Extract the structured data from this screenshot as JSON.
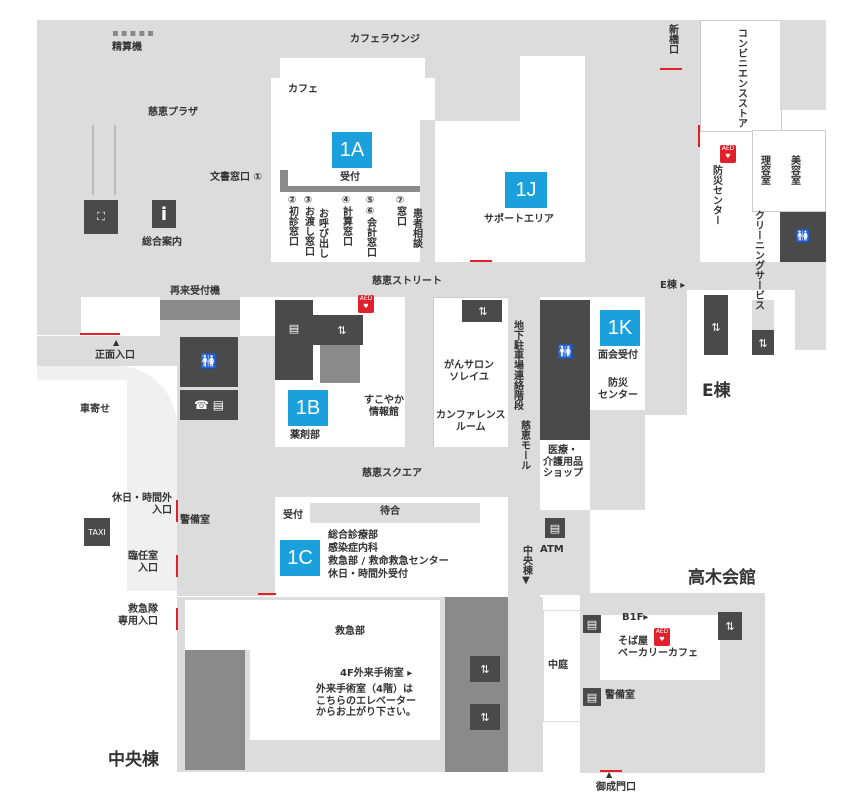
{
  "colors": {
    "accent": "#1aa0dc",
    "aed": "#e0202a",
    "wall": "#dcdcdc",
    "dark": "#4a4a4a"
  },
  "labels": {
    "cafe_lounge": "カフェラウンジ",
    "seisanki": "精算機",
    "jikei_plaza": "慈恵プラザ",
    "cafe": "カフェ",
    "uketsuke": "受付",
    "bunsho": "文書窓口 ①",
    "sougou_annai": "総合案内",
    "w2": "②初診窓口",
    "w3": "③お渡し窓口",
    "w3b": "お呼び出し",
    "w4": "④計算窓口",
    "w56": "⑤⑥会計窓口",
    "w7": "⑦窓口",
    "w8": "患者相談",
    "support_area": "サポートエリア",
    "jikei_street": "慈恵ストリート",
    "saiyrai": "再来受付機",
    "shoumen": "正面入口",
    "kurumayose": "車寄せ",
    "yakuzaibu": "薬剤部",
    "sukoyaka": "すこやか情報館",
    "gan_salon": "がんサロン\nソレイユ",
    "conference": "カンファレンス\nルーム",
    "chika": "地下駐車場連絡階段",
    "jikei_mall": "慈恵モール",
    "menkai": "面会受付",
    "bousai_center": "防災\nセンター",
    "iryou": "医療・\n介護用品\nショップ",
    "atm": "ATM",
    "jikei_square": "慈恵スクエア",
    "uketsuke2": "受付",
    "machiai": "待合",
    "c1_list": [
      "総合診療部",
      "感染症内科",
      "救急部 / 救命救急センター",
      "休日・時間外受付"
    ],
    "kyujitsu": "休日・時間外\n入口",
    "keibishitsu": "警備室",
    "rinsho": "臨任室\n入口",
    "kyukyutai": "救急隊\n専用入口",
    "kyukyubu": "救急部",
    "gaira_4f": "4F外来手術室 ▸",
    "gaira_note": "外来手術室（4階）は\nこちらのエレベーター\nからお上がり下さい。",
    "chuo_tou": "中央棟",
    "takagi": "高木会館",
    "nakaniwa": "中庭",
    "chuo_tou_arrow": "中央棟",
    "b1f": "B1F▸",
    "soba": "そば屋\nベーカリーカフェ",
    "keibi2": "警備室",
    "gyosei": "御成門口",
    "etou": "E棟",
    "etou_arrow": "E棟 ▸",
    "shinbashi": "新橋口",
    "conveni": "コンビニエンスストア",
    "bousai_v": "防災センター",
    "riyoushitsu": "理容室",
    "biyoushitsu": "美容室",
    "cleaning": "クリーニングサービス"
  },
  "zones": {
    "1A": "1A",
    "1B": "1B",
    "1C": "1C",
    "1J": "1J",
    "1K": "1K"
  },
  "icons": [
    "restroom-icon",
    "escalator-icon",
    "info-icon",
    "elevator-icon",
    "phone-icon",
    "taxi-icon",
    "aed-icon",
    "atm-icon"
  ]
}
